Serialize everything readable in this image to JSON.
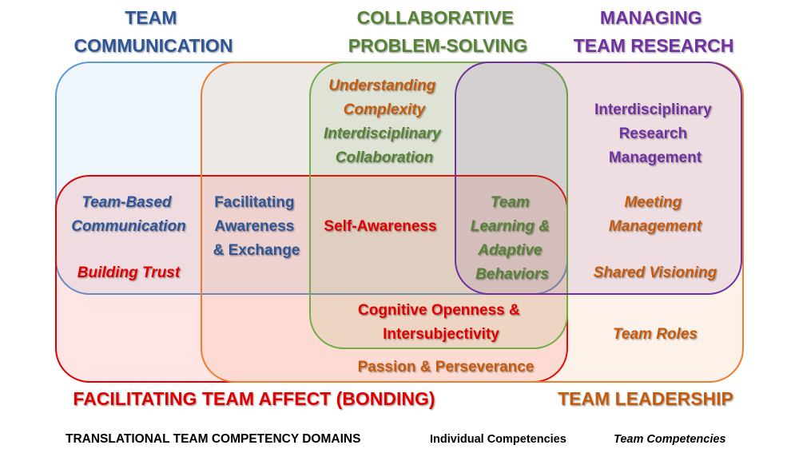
{
  "domains": {
    "team_communication": {
      "lines": [
        "TEAM",
        "COMMUNICATION"
      ]
    },
    "collaborative_problem_solving": {
      "lines": [
        "COLLABORATIVE",
        "PROBLEM-SOLVING"
      ]
    },
    "managing_team_research": {
      "lines": [
        "MANAGING",
        "TEAM RESEARCH"
      ]
    },
    "facilitating_team_affect": {
      "lines": [
        "FACILITATING TEAM AFFECT (BONDING)"
      ]
    },
    "team_leadership": {
      "lines": [
        "TEAM LEADERSHIP"
      ]
    }
  },
  "competencies": {
    "understanding_complexity": {
      "lines": [
        "Understanding",
        "Complexity"
      ]
    },
    "interdisciplinary_collaboration": {
      "lines": [
        "Interdisciplinary",
        "Collaboration"
      ]
    },
    "interdisciplinary_research_management": {
      "lines": [
        "Interdisciplinary",
        "Research",
        "Management"
      ]
    },
    "team_based_communication": {
      "lines": [
        "Team-Based",
        "Communication"
      ]
    },
    "facilitating_awareness": {
      "lines": [
        "Facilitating",
        "Awareness",
        "& Exchange"
      ]
    },
    "self_awareness": {
      "lines": [
        "Self-Awareness"
      ]
    },
    "team_learning": {
      "lines": [
        "Team",
        "Learning &",
        "Adaptive",
        "Behaviors"
      ]
    },
    "meeting_management": {
      "lines": [
        "Meeting",
        "Management"
      ]
    },
    "building_trust": {
      "lines": [
        "Building Trust"
      ]
    },
    "shared_visioning": {
      "lines": [
        "Shared Visioning"
      ]
    },
    "cognitive_openness": {
      "lines": [
        "Cognitive Openness &",
        "Intersubjectivity"
      ]
    },
    "team_roles": {
      "lines": [
        "Team Roles"
      ]
    },
    "passion_perseverance": {
      "lines": [
        "Passion & Perseverance"
      ]
    }
  },
  "legend": {
    "title": "TRANSLATIONAL TEAM COMPETENCY DOMAINS",
    "individual": "Individual Competencies",
    "team": "Team Competencies"
  },
  "colors": {
    "team_communication": "#2f5597",
    "collaborative_problem_solving": "#548235",
    "managing_team_research": "#7030a0",
    "facilitating_team_affect": "#e00000",
    "team_leadership": "#c55a11",
    "communication_outline": "#5b9bd5",
    "collaborative_outline": "#70ad47",
    "leadership_outline": "#ed7d31"
  }
}
